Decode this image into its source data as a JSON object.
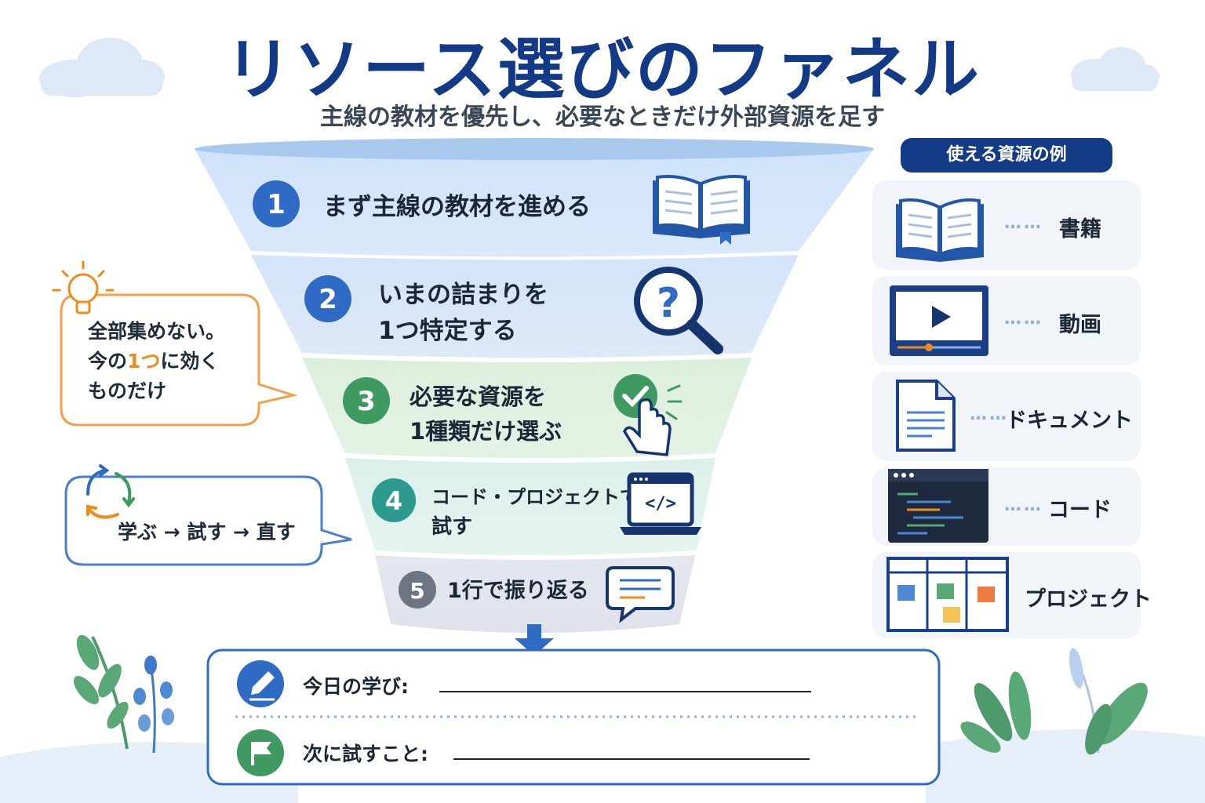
{
  "title": "リソース選びのファネル",
  "subtitle": "主線の教材を優先し、必要なときだけ外部資源を足す",
  "funnel": {
    "steps": [
      {
        "num": "1",
        "lines": [
          "まず主線の教材を進める"
        ],
        "icon": "book-icon"
      },
      {
        "num": "2",
        "lines": [
          "いまの詰まりを",
          "1つ特定する"
        ],
        "icon": "magnifier-question-icon"
      },
      {
        "num": "3",
        "lines": [
          "必要な資源を",
          "1種類だけ選ぶ"
        ],
        "icon": "check-hand-icon"
      },
      {
        "num": "4",
        "lines": [
          "コード・プロジェクトで",
          "試す"
        ],
        "icon": "laptop-code-icon"
      },
      {
        "num": "5",
        "lines": [
          "1行で振り返る"
        ],
        "icon": "speech-bubble-icon"
      }
    ]
  },
  "tip": {
    "line1": "全部集めない。",
    "line2_pre": "今の",
    "line2_highlight": "1つ",
    "line2_post": "に効く",
    "line3": "ものだけ"
  },
  "cycle": {
    "text": "学ぶ → 試す → 直す"
  },
  "resources": {
    "header": "使える資源の例",
    "items": [
      {
        "label": "書籍",
        "icon": "book-icon"
      },
      {
        "label": "動画",
        "icon": "video-player-icon"
      },
      {
        "label": "ドキュメント",
        "icon": "document-icon"
      },
      {
        "label": "コード",
        "icon": "code-editor-icon"
      },
      {
        "label": "プロジェクト",
        "icon": "kanban-board-icon"
      }
    ],
    "dots": "……"
  },
  "log": {
    "learned_label": "今日の学び:",
    "next_label": "次に試すこと:"
  },
  "colors": {
    "navy": "#123a86",
    "blue": "#2f6bc4",
    "green": "#3f9a62",
    "teal": "#2c9a8f",
    "gray": "#6d7582",
    "orange": "#f08a1c"
  }
}
